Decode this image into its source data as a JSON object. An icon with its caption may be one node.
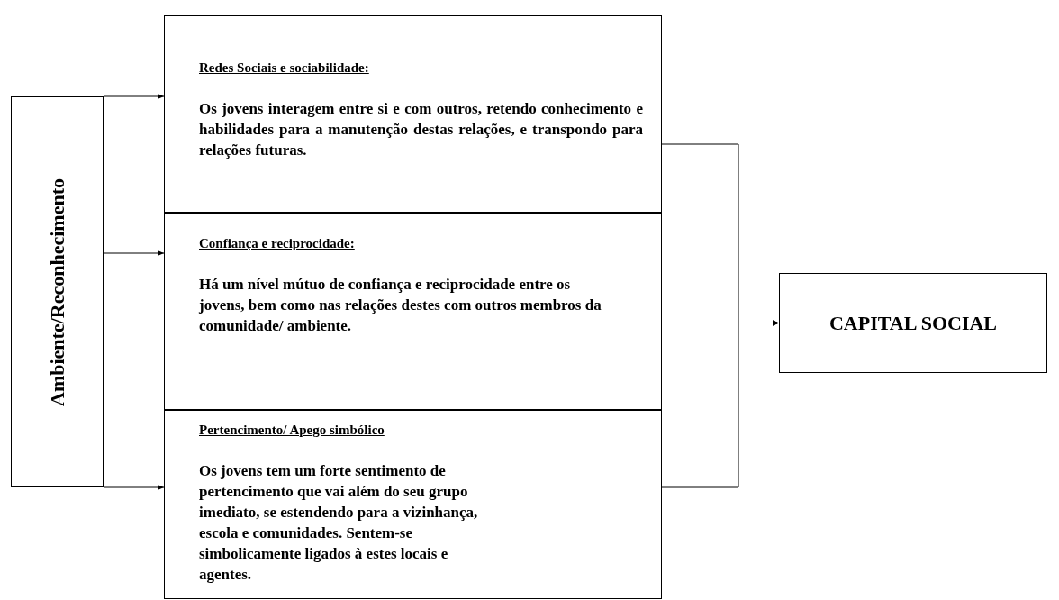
{
  "diagram": {
    "nodes": [
      {
        "text": [
          "Ambiente/Reconhecimento"
        ]
      },
      {
        "text": [
          "Redes Sociais e sociabilidade:",
          "Os jovens interagem entre si e com outros, retendo conhecimento e habilidades para a manutenção destas relações, e transpondo para relações futuras."
        ]
      },
      {
        "text": [
          "Confiança e reciprocidade:",
          "Há um nível mútuo de confiança e reciprocidade entre os jovens, bem como nas relações destes com outros membros da comunidade/ ambiente."
        ]
      },
      {
        "text": [
          "Pertencimento/ Apego simbólico",
          "Os jovens tem um forte sentimento de pertencimento que vai além do seu grupo imediato, se estendendo para a vizinhança, escola e comunidades. Sentem-se simbolicamente ligados à estes locais e agentes."
        ]
      },
      {
        "text": [
          "CAPITAL SOCIAL"
        ]
      }
    ],
    "edges": [
      {
        "from": 0,
        "to": 1,
        "arrow": "to"
      },
      {
        "from": 0,
        "to": 2,
        "arrow": "to"
      },
      {
        "from": 0,
        "to": 3,
        "arrow": "to"
      },
      {
        "from": 1,
        "to": 4,
        "arrow": "to"
      },
      {
        "from": 2,
        "to": 4,
        "arrow": "to"
      },
      {
        "from": 3,
        "to": 4,
        "arrow": "to"
      }
    ]
  }
}
